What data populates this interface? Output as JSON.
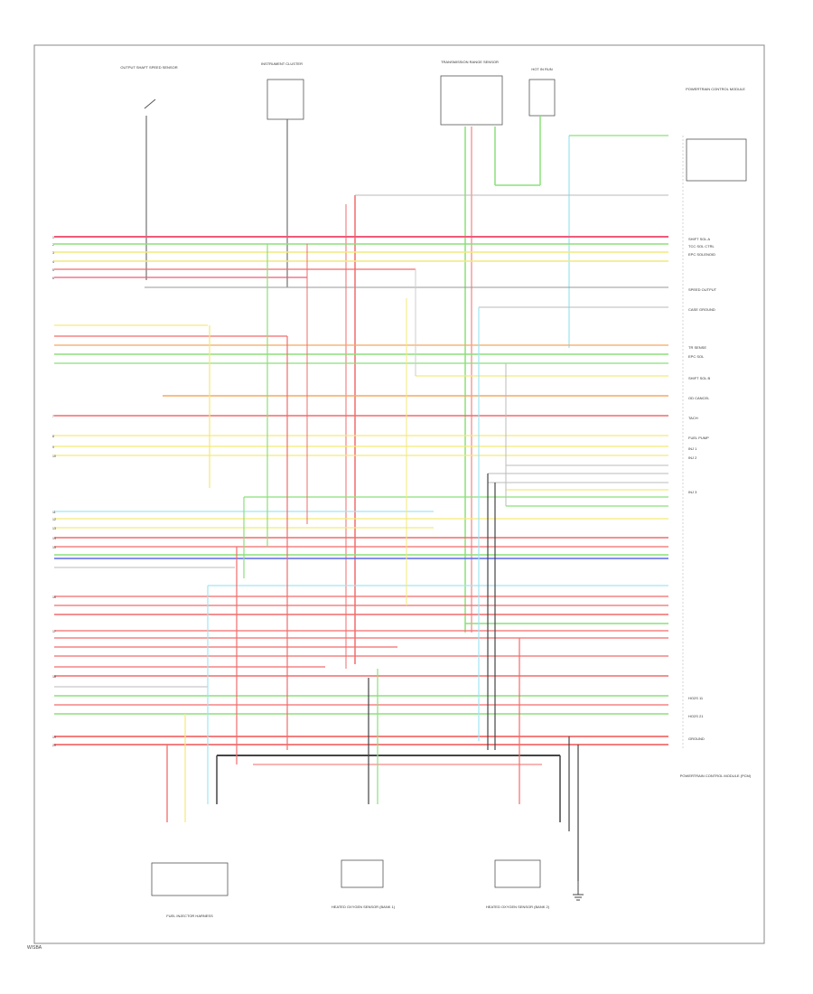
{
  "figure_code": "W/SBA",
  "wire_colors": {
    "PNK_BLK": "#ee5a7a",
    "RED": "#f26b6b",
    "LT_GRN": "#8be07a",
    "YEL": "#f4ea78",
    "ORG": "#f5a862",
    "LT_BLU": "#9fe6f2",
    "BLU": "#5a6ae8",
    "GRY": "#c6c6c6",
    "BLK": "#222222",
    "WHT": "#dddddd"
  },
  "top_components": [
    {
      "name": "OUTPUT SHAFT SPEED SENSOR"
    },
    {
      "name": "INSTRUMENT CLUSTER"
    },
    {
      "name": "TRANSMISSION RANGE SENSOR"
    },
    {
      "name": "HOT IN RUN"
    },
    {
      "name": "POWERTRAIN CONTROL MODULE"
    }
  ],
  "bottom_components": [
    {
      "name": "FUEL INJECTOR HARNESS"
    },
    {
      "name": "HEATED OXYGEN SENSOR (BANK 1)"
    },
    {
      "name": "HEATED OXYGEN SENSOR (BANK 2)"
    }
  ],
  "right_labels": [
    "SHIFT SOL A",
    "TCC SOL CTRL",
    "EPC SOLENOID",
    "SPEED OUTPUT",
    "CASE GROUND",
    "TR SENSE",
    "EPC SOL",
    "SHIFT SOL B",
    "OD CANCEL",
    "TACH",
    "FUEL PUMP",
    "INJ 1",
    "INJ 2",
    "INJ 3",
    "HO2S 11",
    "HO2S 21",
    "GROUND"
  ],
  "left_tags": [
    "1",
    "2",
    "3",
    "4",
    "5",
    "6",
    "7",
    "8",
    "9",
    "10",
    "11",
    "12",
    "13",
    "14",
    "15",
    "16",
    "17",
    "18",
    "19",
    "20"
  ],
  "note": "POWERTRAIN CONTROL MODULE (PCM)"
}
